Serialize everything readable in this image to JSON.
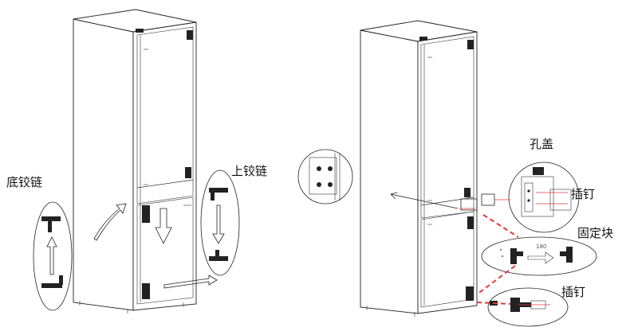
{
  "labels": {
    "bottom_hinge": "底铰链",
    "top_hinge": "上铰链",
    "hole_cover": "孔盖",
    "insert_pin_1": "插钉",
    "fixing_block": "固定块",
    "insert_pin_2": "插钉",
    "angle_180": "180"
  },
  "colors": {
    "line": "#222222",
    "accent_red": "#e53935",
    "background": "#ffffff"
  }
}
